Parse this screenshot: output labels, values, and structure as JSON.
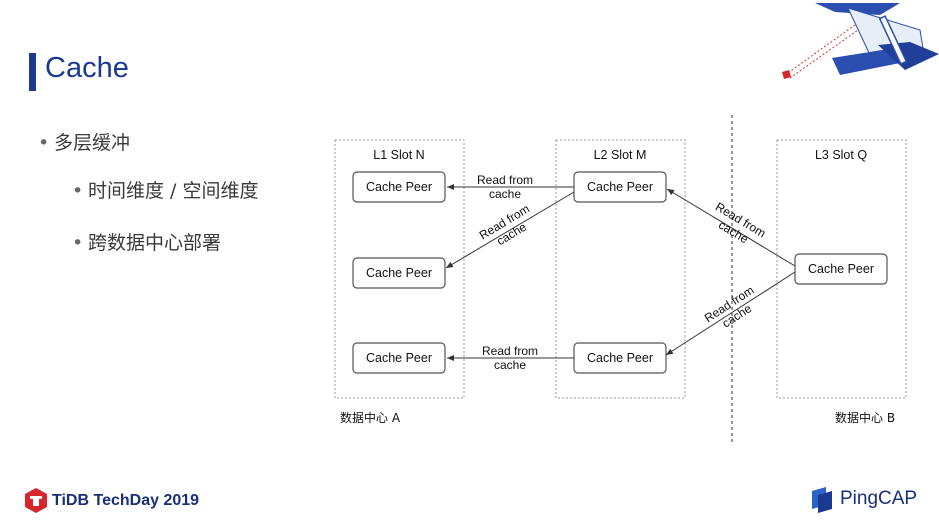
{
  "slide": {
    "title": "Cache",
    "bullets": [
      "多层缓冲",
      "时间维度 / 空间维度",
      "跨数据中心部署"
    ]
  },
  "diagram": {
    "slots": [
      "L1 Slot N",
      "L2 Slot M",
      "L3 Slot Q"
    ],
    "node_label": "Cache Peer",
    "edge_line1": "Read from",
    "edge_line2": "cache",
    "datacenters": [
      "数据中心 A",
      "数据中心 B"
    ]
  },
  "footer": {
    "event": "TiDB TechDay 2019",
    "brand": "PingCAP"
  },
  "colors": {
    "accent": "#1a3a8f",
    "logo_red": "#d7262e",
    "logo_blue": "#2a64c8"
  }
}
